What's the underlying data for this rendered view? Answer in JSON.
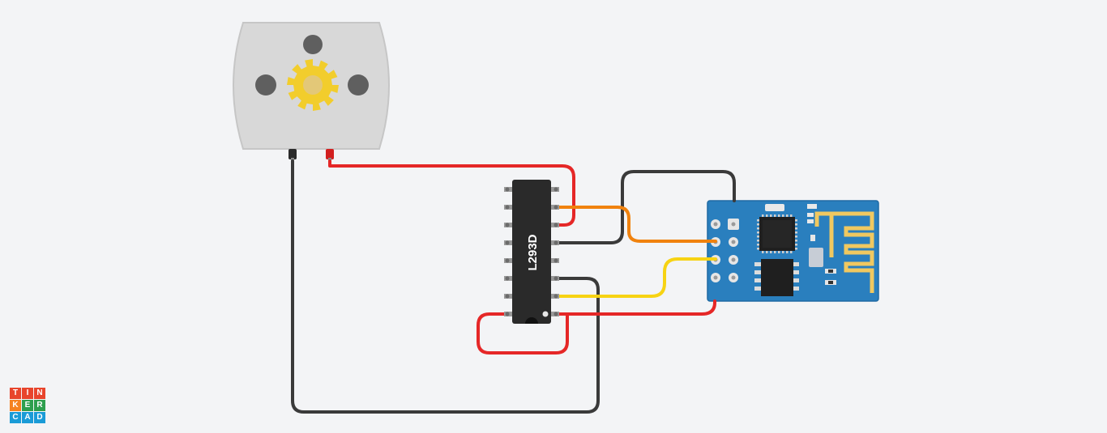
{
  "app": {
    "logo": {
      "rows": [
        [
          "T",
          "I",
          "N"
        ],
        [
          "K",
          "E",
          "R"
        ],
        [
          "C",
          "A",
          "D"
        ]
      ],
      "colors": [
        [
          "#e8452c",
          "#e8452c",
          "#e8452c"
        ],
        [
          "#f58220",
          "#2e9f4e",
          "#2e9f4e"
        ],
        [
          "#1a9bd7",
          "#1a9bd7",
          "#1a9bd7"
        ]
      ]
    }
  },
  "circuit": {
    "components": {
      "motor": {
        "icon": "dc-motor-icon",
        "gear_color": "#f2cd2c"
      },
      "driver_ic": {
        "label": "L293D",
        "pins_per_side": 8
      },
      "wifi_module": {
        "icon": "esp8266-module-icon",
        "board_color": "#2a7fbe"
      }
    },
    "wire_colors": {
      "red": "#e52727",
      "black": "#3a3a3a",
      "orange": "#f0820e",
      "yellow": "#f7d313"
    }
  }
}
